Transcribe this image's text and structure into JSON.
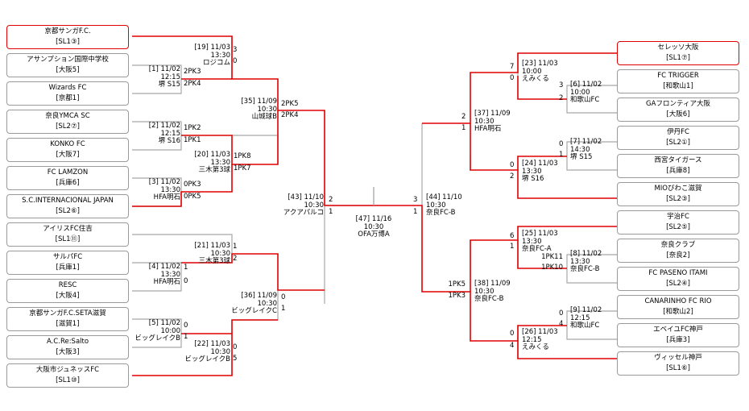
{
  "teams": {
    "t1": {
      "name": "京都サンガF.C.",
      "pref": "[SL1③]"
    },
    "t2": {
      "name": "アサンプション国際中学校",
      "pref": "[大阪5]"
    },
    "t3": {
      "name": "Wizards FC",
      "pref": "[京都1]"
    },
    "t4": {
      "name": "奈良YMCA SC",
      "pref": "[SL2⑦]"
    },
    "t5": {
      "name": "KONKO FC",
      "pref": "[大阪7]"
    },
    "t6": {
      "name": "FC LAMZON",
      "pref": "[兵庫6]"
    },
    "t7": {
      "name": "S.C.INTERNACIONAL JAPAN",
      "pref": "[SL2⑥]"
    },
    "t8": {
      "name": "アイリスFC住吉",
      "pref": "[SL1⑪]"
    },
    "t9": {
      "name": "サルパFC",
      "pref": "[兵庫1]"
    },
    "t10": {
      "name": "RESC",
      "pref": "[大阪4]"
    },
    "t11": {
      "name": "京都サンガF.C.SETA滋賀",
      "pref": "[滋賀1]"
    },
    "t12": {
      "name": "A.C.Re:Salto",
      "pref": "[大阪3]"
    },
    "t13": {
      "name": "大阪市ジュネッスFC",
      "pref": "[SL1⑩]"
    },
    "t14": {
      "name": "セレッソ大阪",
      "pref": "[SL1⑦]"
    },
    "t15": {
      "name": "FC TRIGGER",
      "pref": "[和歌山1]"
    },
    "t16": {
      "name": "GAフロンティア大阪",
      "pref": "[大阪6]"
    },
    "t17": {
      "name": "伊丹FC",
      "pref": "[SL2①]"
    },
    "t18": {
      "name": "西宮タイガース",
      "pref": "[兵庫8]"
    },
    "t19": {
      "name": "MIOびわこ滋賀",
      "pref": "[SL2③]"
    },
    "t20": {
      "name": "宇治FC",
      "pref": "[SL2⑤]"
    },
    "t21": {
      "name": "奈良クラブ",
      "pref": "[奈良2]"
    },
    "t22": {
      "name": "FC PASENO ITAMI",
      "pref": "[SL2④]"
    },
    "t23": {
      "name": "CANARINHO FC RIO",
      "pref": "[和歌山2]"
    },
    "t24": {
      "name": "エベイユFC神戸",
      "pref": "[兵庫3]"
    },
    "t25": {
      "name": "ヴィッセル神戸",
      "pref": "[SL1⑥]"
    }
  },
  "matches": {
    "m1": [
      "[1] 11/02",
      "12:15",
      "堺 S15"
    ],
    "m2": [
      "[2] 11/02",
      "12:15",
      "堺 S16"
    ],
    "m3": [
      "[3] 11/02",
      "13:30",
      "HFA明石"
    ],
    "m4": [
      "[4] 11/02",
      "13:30",
      "HFA明石"
    ],
    "m5": [
      "[5] 11/02",
      "10:00",
      "ビッグレイクB"
    ],
    "m6": [
      "[6] 11/02",
      "10:00",
      "和歌山FC"
    ],
    "m7": [
      "[7] 11/02",
      "14:30",
      "堺 S15"
    ],
    "m8": [
      "[8] 11/02",
      "13:30",
      "奈良FC-B"
    ],
    "m9": [
      "[9] 11/02",
      "12:15",
      "和歌山FC"
    ],
    "m19": [
      "[19] 11/03",
      "13:30",
      "ロジコム"
    ],
    "m20": [
      "[20] 11/03",
      "13:30",
      "三木第3球"
    ],
    "m21": [
      "[21] 11/03",
      "10:30",
      "三木第3球"
    ],
    "m22": [
      "[22] 11/03",
      "10:30",
      "ビッグレイクB"
    ],
    "m23": [
      "[23] 11/03",
      "10:00",
      "えみくる"
    ],
    "m24": [
      "[24] 11/03",
      "13:30",
      "堺 S16"
    ],
    "m25": [
      "[25] 11/03",
      "13:30",
      "奈良FC-A"
    ],
    "m26": [
      "[26] 11/03",
      "12:15",
      "えみくる"
    ],
    "m35": [
      "[35] 11/09",
      "10:30",
      "山城球B"
    ],
    "m36": [
      "[36] 11/09",
      "10:30",
      "ビッグレイクC"
    ],
    "m37": [
      "[37] 11/09",
      "10:30",
      "HFA明石"
    ],
    "m38": [
      "[38] 11/09",
      "10:30",
      "奈良FC-B"
    ],
    "m43": [
      "[43] 11/10",
      "10:30",
      "アクアパルコ"
    ],
    "m44": [
      "[44] 11/10",
      "10:30",
      "奈良FC-B"
    ],
    "m47": [
      "[47] 11/16",
      "10:30",
      "OFA万博A"
    ]
  },
  "scores": {
    "s1a": "2PK3",
    "s1b": "2PK4",
    "s2a": "1PK2",
    "s2b": "1PK1",
    "s3a": "0PK3",
    "s3b": "0PK5",
    "s4a": "1",
    "s4b": "0",
    "s5a": "0",
    "s5b": "1",
    "s19a": "3",
    "s19b": "0",
    "s20a": "1PK8",
    "s20b": "1PK7",
    "s21a": "1",
    "s21b": "2",
    "s22a": "0",
    "s22b": "5",
    "s35a": "2PK5",
    "s35b": "2PK4",
    "s36a": "0",
    "s36b": "1",
    "s43a": "2",
    "s43b": "1",
    "s6a": "3",
    "s6b": "2",
    "s7a": "0",
    "s7b": "1",
    "s8a": "1PK11",
    "s8b": "1PK10",
    "s9a": "0",
    "s9b": "4",
    "s23a": "7",
    "s23b": "0",
    "s24a": "0",
    "s24b": "2",
    "s25a": "6",
    "s25b": "1",
    "s26a": "0",
    "s26b": "4",
    "s37a": "2",
    "s37b": "1",
    "s38a": "1PK5",
    "s38b": "1PK3",
    "s44a": "3",
    "s44b": "1"
  },
  "colors": {
    "win": "#e00000",
    "line": "#a8a8a8"
  }
}
